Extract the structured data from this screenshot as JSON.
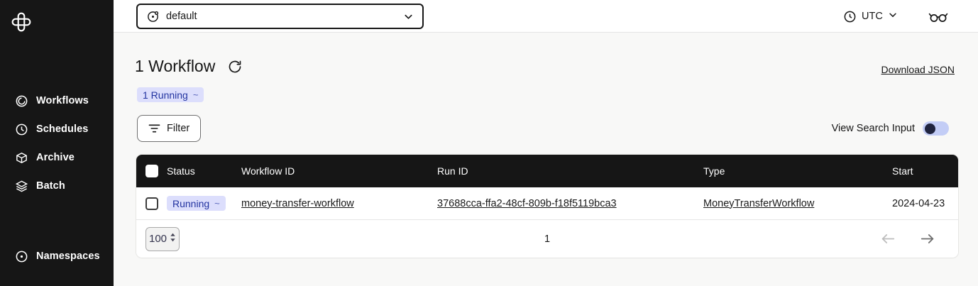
{
  "sidebar": {
    "items": [
      {
        "label": "Workflows",
        "icon": "workflows-icon"
      },
      {
        "label": "Schedules",
        "icon": "schedules-icon"
      },
      {
        "label": "Archive",
        "icon": "archive-icon"
      },
      {
        "label": "Batch",
        "icon": "batch-icon"
      }
    ],
    "bottom_items": [
      {
        "label": "Namespaces",
        "icon": "namespaces-icon"
      }
    ]
  },
  "topbar": {
    "namespace_select": {
      "value": "default",
      "icon": "namespace-icon"
    },
    "timezone": {
      "label": "UTC",
      "icon": "clock-icon"
    },
    "labs_icon": "glasses-icon"
  },
  "main": {
    "title": "1 Workflow",
    "download_link": "Download JSON",
    "status_summary_badge": "1 Running",
    "badge_pulse": "~",
    "filter_button": "Filter",
    "view_search_toggle_label": "View Search Input",
    "view_search_toggle_state": "off"
  },
  "table": {
    "columns": [
      "Status",
      "Workflow ID",
      "Run ID",
      "Type",
      "Start"
    ],
    "rows": [
      {
        "status": "Running",
        "workflow_id": "money-transfer-workflow",
        "run_id": "37688cca-ffa2-48cf-809b-f18f5119bca3",
        "type": "MoneyTransferWorkflow",
        "start": "2024-04-23"
      }
    ],
    "pagination": {
      "page_size": "100",
      "current_page": "1"
    }
  },
  "colors": {
    "sidebar_bg": "#161616",
    "table_header_bg": "#161616",
    "badge_bg": "#dcdefc",
    "badge_text": "#2334a0",
    "toggle_track": "#c3cdf6",
    "toggle_knob": "#20243f",
    "page_bg": "#f8f8f7"
  }
}
